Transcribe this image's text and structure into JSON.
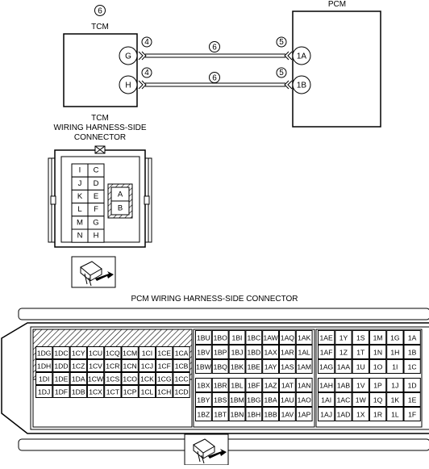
{
  "tcm": {
    "box_label": "TCM",
    "header_num": "6",
    "pin_g": "G",
    "pin_h": "H",
    "pin_g_num": "4",
    "pin_h_num": "4"
  },
  "pcm": {
    "box_label": "PCM",
    "pin_1a": "1A",
    "pin_1b": "1B",
    "pin_1a_num": "5",
    "pin_1b_num": "5"
  },
  "wires": {
    "upper_num": "6",
    "lower_num": "6"
  },
  "tcm_connector": {
    "title_lines": [
      "TCM",
      "WIRING HARNESS-SIDE",
      "CONNECTOR"
    ],
    "left_col": [
      "I",
      "J",
      "K",
      "L",
      "M",
      "N"
    ],
    "right_col": [
      "C",
      "D",
      "E",
      "F",
      "G",
      "H"
    ],
    "inner": [
      "A",
      "B"
    ]
  },
  "pcm_connector": {
    "title": "PCM WIRING HARNESS-SIDE CONNECTOR",
    "left_rows": [
      [
        "1DG",
        "1DC",
        "1CY",
        "1CU",
        "1CQ",
        "1CM",
        "1CI",
        "1CE",
        "1CA"
      ],
      [
        "1DH",
        "1DD",
        "1CZ",
        "1CV",
        "1CR",
        "1CN",
        "1CJ",
        "1CF",
        "1CB"
      ],
      [
        "1DI",
        "1DE",
        "1DA",
        "1CW",
        "1CS",
        "1CO",
        "1CK",
        "1CG",
        "1CC"
      ],
      [
        "1DJ",
        "1DF",
        "1DB",
        "1CX",
        "1CT",
        "1CP",
        "1CL",
        "1CH",
        "1CD"
      ]
    ],
    "mid_top": [
      [
        "1BU",
        "1BO",
        "1BI",
        "1BC",
        "1AW",
        "1AQ",
        "1AK"
      ],
      [
        "1BV",
        "1BP",
        "1BJ",
        "1BD",
        "1AX",
        "1AR",
        "1AL"
      ],
      [
        "1BW",
        "1BQ",
        "1BK",
        "1BE",
        "1AY",
        "1AS",
        "1AM"
      ]
    ],
    "mid_bottom": [
      [
        "1BX",
        "1BR",
        "1BL",
        "1BF",
        "1AZ",
        "1AT",
        "1AN"
      ],
      [
        "1BY",
        "1BS",
        "1BM",
        "1BG",
        "1BA",
        "1AU",
        "1AO"
      ],
      [
        "1BZ",
        "1BT",
        "1BN",
        "1BH",
        "1BB",
        "1AV",
        "1AP"
      ]
    ],
    "right_top": [
      [
        "1AE",
        "1Y",
        "1S",
        "1M",
        "1G",
        "1A"
      ],
      [
        "1AF",
        "1Z",
        "1T",
        "1N",
        "1H",
        "1B"
      ],
      [
        "1AG",
        "1AA",
        "1U",
        "1O",
        "1I",
        "1C"
      ]
    ],
    "right_bottom": [
      [
        "1AH",
        "1AB",
        "1V",
        "1P",
        "1J",
        "1D"
      ],
      [
        "1AI",
        "1AC",
        "1W",
        "1Q",
        "1K",
        "1E"
      ],
      [
        "1AJ",
        "1AD",
        "1X",
        "1R",
        "1L",
        "1F"
      ]
    ]
  }
}
